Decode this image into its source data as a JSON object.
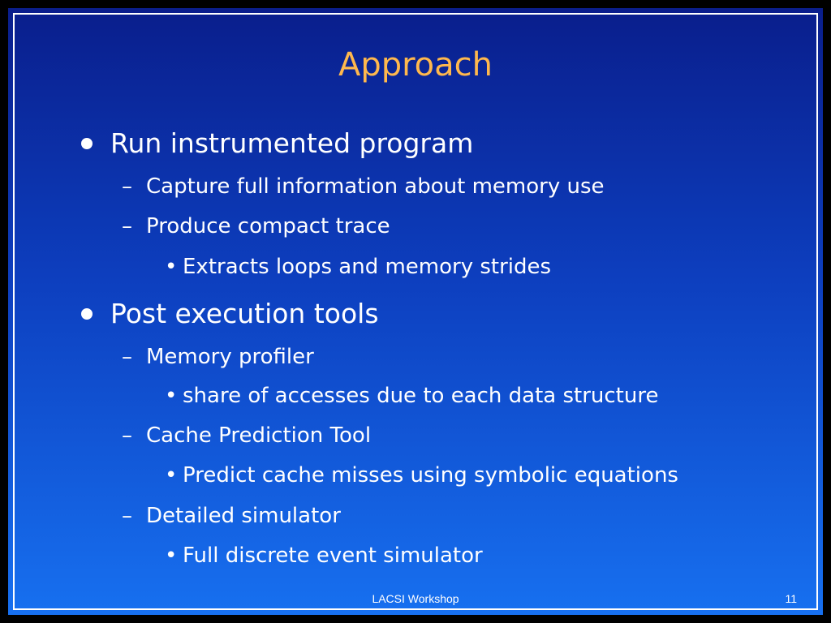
{
  "slide": {
    "title": "Approach",
    "bullets": [
      {
        "text": "Run instrumented program",
        "children": [
          {
            "text": "Capture full information about memory use",
            "children": []
          },
          {
            "text": "Produce compact trace",
            "children": [
              {
                "text": "Extracts loops and memory strides"
              }
            ]
          }
        ]
      },
      {
        "text": "Post execution tools",
        "children": [
          {
            "text": "Memory profiler",
            "children": [
              {
                "text": "share of accesses due to each data structure"
              }
            ]
          },
          {
            "text": "Cache Prediction Tool",
            "children": [
              {
                "text": "Predict cache misses using symbolic equations"
              }
            ]
          },
          {
            "text": "Detailed simulator",
            "children": [
              {
                "text": "Full discrete event simulator"
              }
            ]
          }
        ]
      }
    ],
    "markers": {
      "level2": "–",
      "level3": "•"
    },
    "footer": "LACSI Workshop",
    "page_number": "11"
  },
  "colors": {
    "background_top": "#0a1e8c",
    "background_bottom": "#1770f0",
    "title": "#ffb84d",
    "text": "#ffffff"
  }
}
